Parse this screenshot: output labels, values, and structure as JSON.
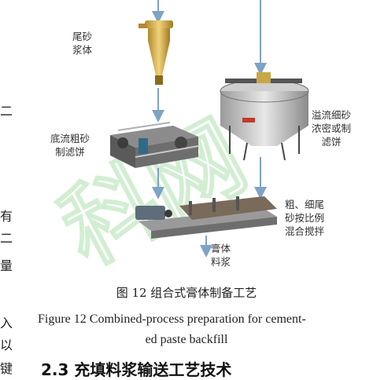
{
  "diagram": {
    "labels": {
      "tailings_slurry": [
        "尾砂",
        "浆体"
      ],
      "underflow_coarse": [
        "底流粗砂",
        "制滤饼"
      ],
      "overflow_fine": [
        "溢流细砂",
        "浓密或制",
        "滤饼"
      ],
      "mix": [
        "粗、细尾",
        "砂按比例",
        "混合搅拌"
      ],
      "paste_slurry": [
        "膏体",
        "料浆"
      ]
    },
    "watermark": "科网"
  },
  "caption": {
    "cn": "图 12 组合式膏体制备工艺",
    "en_line1": "Figure 12 Combined-process preparation for cement-",
    "en_line2": "ed paste backfill"
  },
  "next_section": "2.3 充填料浆输送工艺技术",
  "left_margin_chars": [
    "二",
    "有",
    "二",
    "量",
    "入",
    "以",
    "键"
  ],
  "colors": {
    "arrow": "#7fa3c4",
    "accent": "#c9a646"
  }
}
